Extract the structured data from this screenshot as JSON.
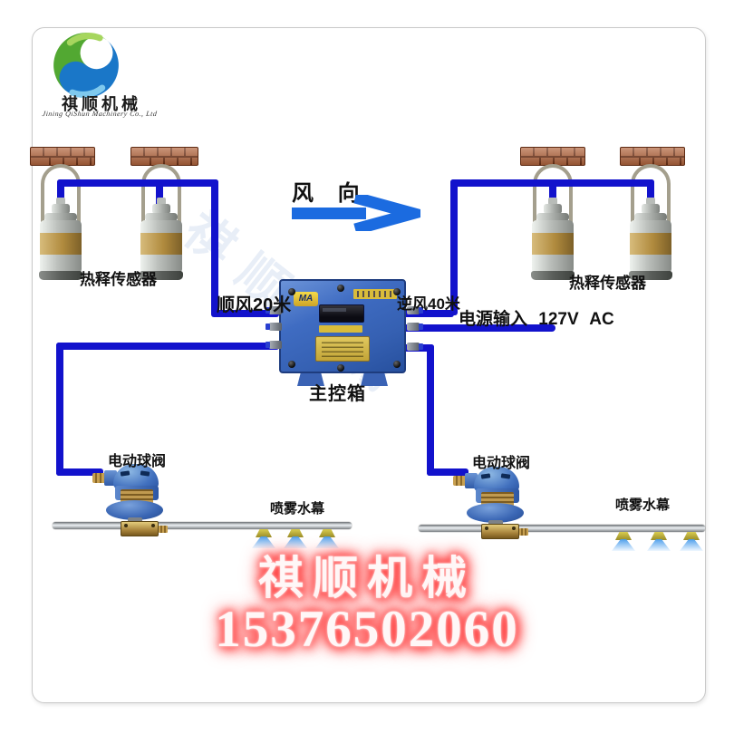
{
  "logo": {
    "cn": "祺顺机械",
    "en": "Jining QiShun Machinery Co., Ltd"
  },
  "diagram": {
    "wind_direction": "风 向",
    "left_sensors_label": "热释传感器",
    "right_sensors_label": "热释传感器",
    "downwind_label": "顺风20米",
    "upwind_label": "逆风40米",
    "power_label": "电源输入 127V AC",
    "control_box_label": "主控箱",
    "ma_badge": "MA",
    "left_valve_label": "电动球阀",
    "right_valve_label": "电动球阀",
    "left_spray_label": "喷雾水幕",
    "right_spray_label": "喷雾水幕"
  },
  "watermark": "祺顺机械",
  "footer": {
    "brand": "祺顺机械",
    "phone": "15376502060"
  },
  "colors": {
    "cable": "#1212cc",
    "arrow": "#1b6be0",
    "boxblue": "#3f6cc2",
    "brick": "#b5673f",
    "glowred": "#ff3030",
    "logogreen": "#52a832",
    "logoblue": "#1a77c8"
  }
}
